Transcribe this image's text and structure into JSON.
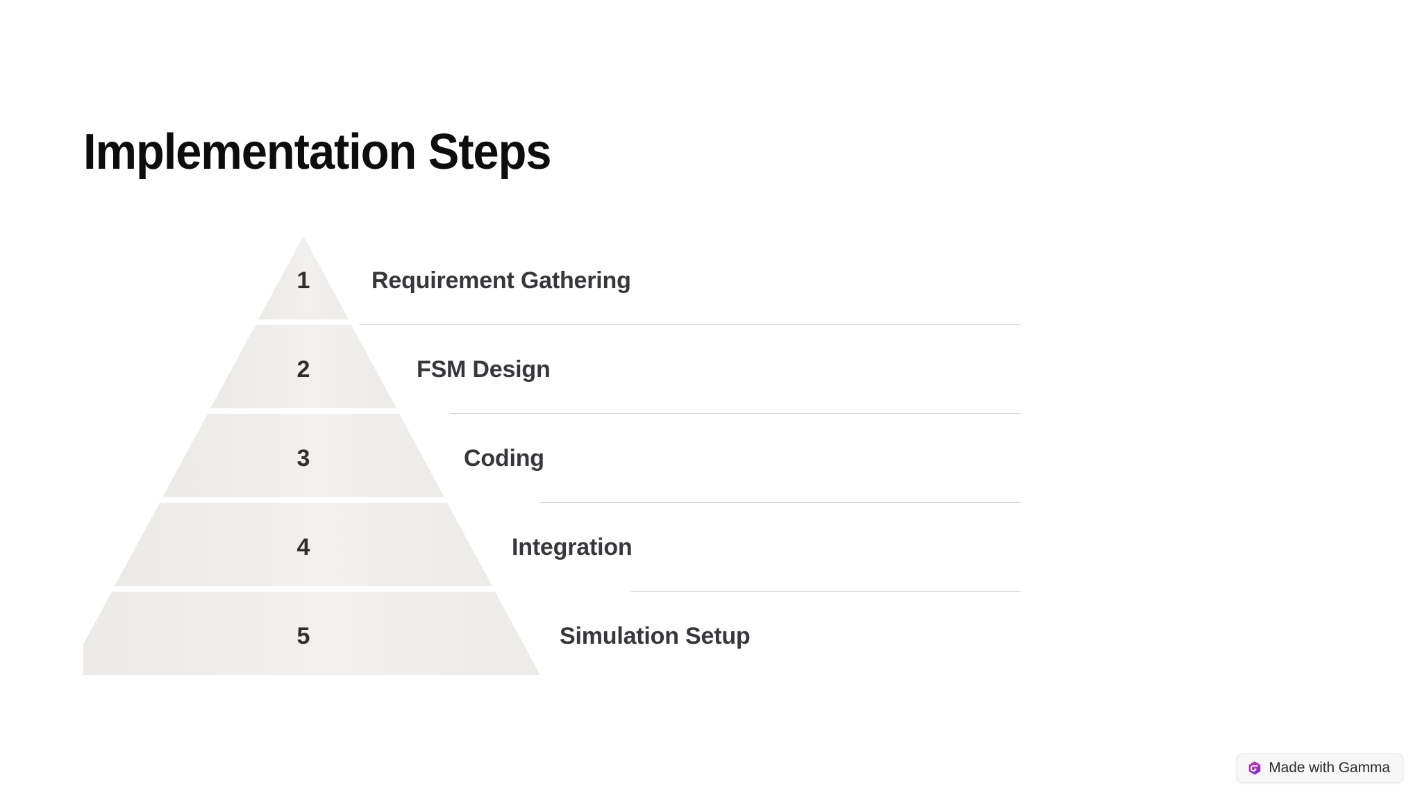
{
  "slide": {
    "title": "Implementation Steps",
    "background_color": "#ffffff"
  },
  "chart_data": {
    "type": "pyramid",
    "title": "Implementation Steps",
    "orientation": "apex-top",
    "tier_count": 5,
    "tiers": [
      {
        "number": "1",
        "label": "Requirement Gathering"
      },
      {
        "number": "2",
        "label": "FSM Design"
      },
      {
        "number": "3",
        "label": "Coding"
      },
      {
        "number": "4",
        "label": "Integration"
      },
      {
        "number": "5",
        "label": "Simulation Setup"
      }
    ],
    "colors": {
      "tier_fill": "#efedeb",
      "tier_gap": "#ffffff",
      "rule": "#d6d5d3",
      "number_text": "#2f2e2c",
      "label_text": "#37363a",
      "title_text": "#0d0d0d"
    }
  },
  "badge": {
    "text": "Made with Gamma",
    "icon": "gamma-logo-icon",
    "icon_colors": {
      "purple": "#9b3fd4",
      "magenta": "#d63aa0",
      "violet": "#7b3fe4"
    }
  }
}
